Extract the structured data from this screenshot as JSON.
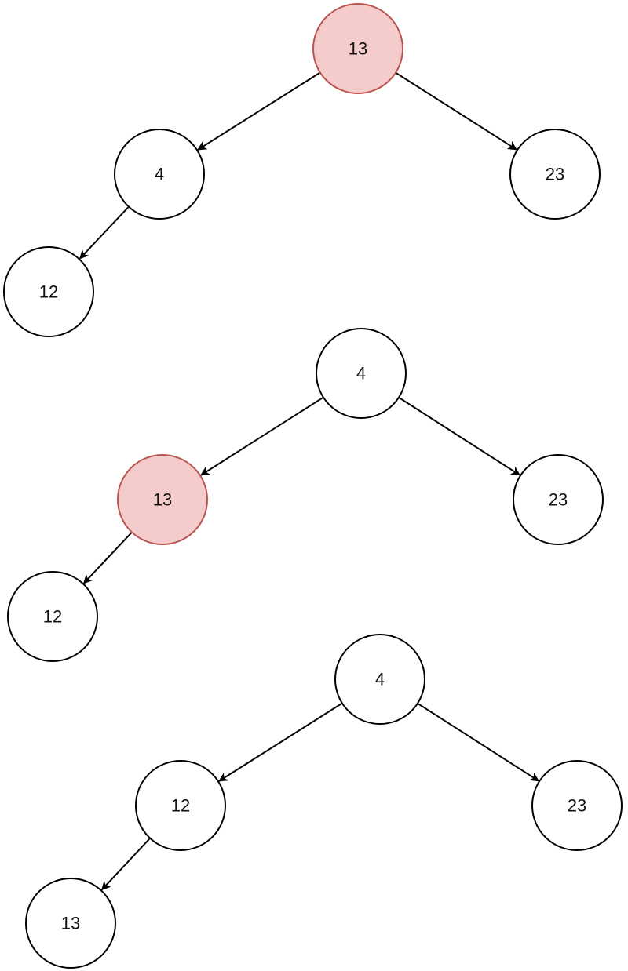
{
  "colors": {
    "highlight_fill": "#f5cccc",
    "highlight_stroke": "#b85450",
    "node_fill": "#ffffff",
    "node_stroke": "#000000",
    "edge": "#000000"
  },
  "trees": [
    {
      "nodes": [
        {
          "id": "root",
          "label": "13",
          "highlight": true
        },
        {
          "id": "left",
          "label": "4",
          "highlight": false
        },
        {
          "id": "right",
          "label": "23",
          "highlight": false
        },
        {
          "id": "leftleft",
          "label": "12",
          "highlight": false
        }
      ],
      "edges": [
        [
          "root",
          "left"
        ],
        [
          "root",
          "right"
        ],
        [
          "left",
          "leftleft"
        ]
      ]
    },
    {
      "nodes": [
        {
          "id": "root",
          "label": "4",
          "highlight": false
        },
        {
          "id": "left",
          "label": "13",
          "highlight": true
        },
        {
          "id": "right",
          "label": "23",
          "highlight": false
        },
        {
          "id": "leftleft",
          "label": "12",
          "highlight": false
        }
      ],
      "edges": [
        [
          "root",
          "left"
        ],
        [
          "root",
          "right"
        ],
        [
          "left",
          "leftleft"
        ]
      ]
    },
    {
      "nodes": [
        {
          "id": "root",
          "label": "4",
          "highlight": false
        },
        {
          "id": "left",
          "label": "12",
          "highlight": false
        },
        {
          "id": "right",
          "label": "23",
          "highlight": false
        },
        {
          "id": "leftleft",
          "label": "13",
          "highlight": false
        }
      ],
      "edges": [
        [
          "root",
          "left"
        ],
        [
          "root",
          "right"
        ],
        [
          "left",
          "leftleft"
        ]
      ]
    }
  ]
}
